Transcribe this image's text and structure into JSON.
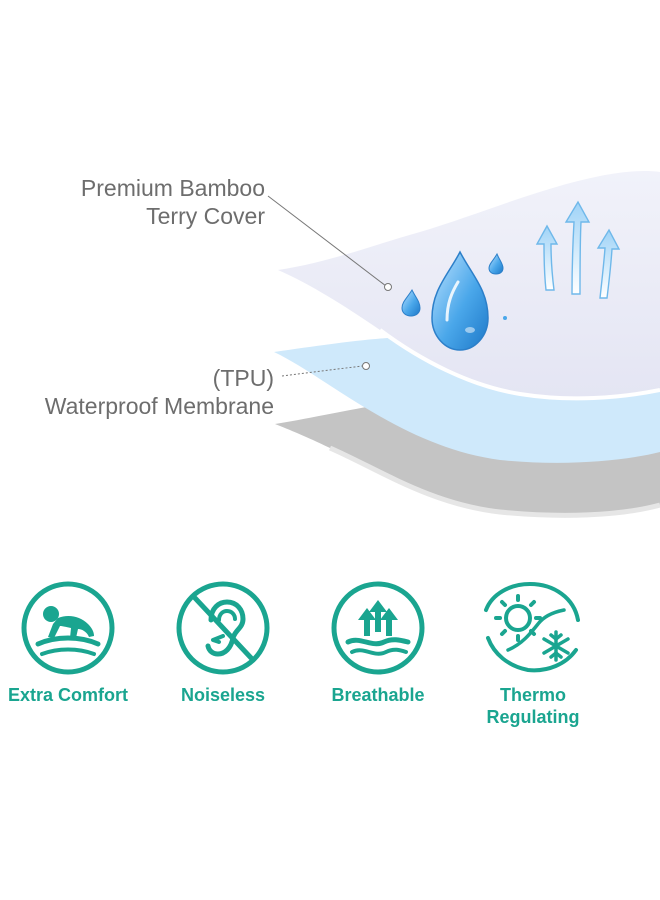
{
  "layers": {
    "bamboo_label_line1": "Premium Bamboo",
    "bamboo_label_line2": "Terry Cover",
    "tpu_label_line1": "(TPU)",
    "tpu_label_line2": "Waterproof Membrane"
  },
  "features": [
    {
      "label": "Extra Comfort",
      "icon": "baby-crawling-icon"
    },
    {
      "label": "Noiseless",
      "icon": "no-sound-ear-icon"
    },
    {
      "label": "Breathable",
      "icon": "airflow-arrows-icon"
    },
    {
      "label_line1": "Thermo",
      "label_line2": "Regulating",
      "icon": "sun-snowflake-icon"
    }
  ],
  "colors": {
    "accent": "#1aa590",
    "label_text": "#6d6d6d",
    "top_layer": "#ecedf7",
    "membrane": "#cfe9fb",
    "base_layer": "#c4c4c4",
    "water_drop": "#3d9be0"
  }
}
